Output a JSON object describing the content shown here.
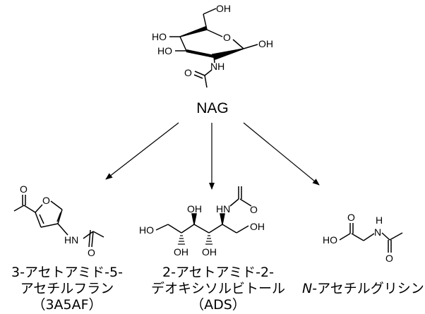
{
  "source": {
    "name": "NAG",
    "atoms": {
      "oh_top": "OH",
      "ring_o": "O",
      "ho_left": "HO",
      "ho_lower": "HO",
      "oh_right": "OH",
      "nh": "NH",
      "carbonyl_o": "O"
    }
  },
  "products": [
    {
      "id": "3a5af",
      "caption": [
        "3-アセトアミド-5-",
        "アセチルフラン",
        "（3A5AF）"
      ],
      "atoms": {
        "ketone_o": "O",
        "ring_o": "O",
        "hn": "HN",
        "amide_o": "O"
      }
    },
    {
      "id": "ads",
      "caption": [
        "2-アセトアミド-2-",
        "デオキシソルビトール",
        "（ADS）"
      ],
      "atoms": {
        "ho_left": "HO",
        "oh_top1": "OH",
        "hn": "HN",
        "amide_o": "O",
        "oh_right": "OH",
        "oh_bot1": "OH",
        "oh_bot2": "OH"
      }
    },
    {
      "id": "n-acetylglycine",
      "caption_prefix": "N",
      "caption_rest": "-アセチルグリシン",
      "atoms": {
        "acid_o": "O",
        "ho": "HO",
        "nh_h": "H",
        "nh_n": "N",
        "amide_o": "O"
      }
    }
  ],
  "arrow_count": 3
}
